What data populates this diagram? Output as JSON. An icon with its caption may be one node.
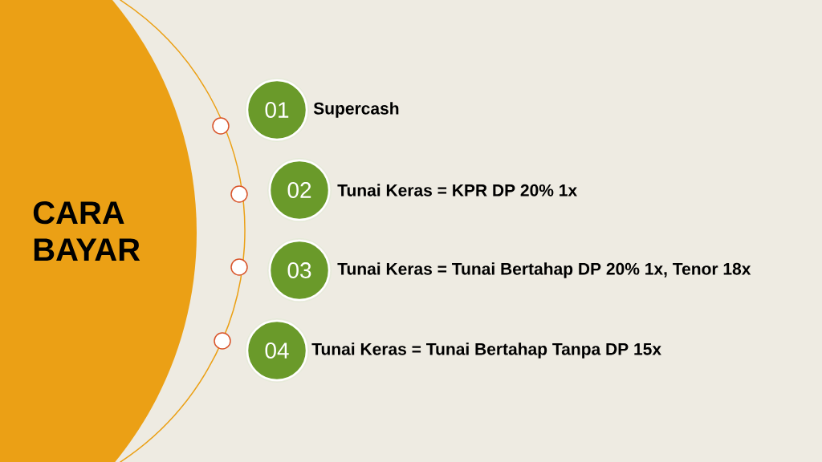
{
  "diagram": {
    "nodes": [
      {
        "text": [
          "CARA BAYAR"
        ]
      },
      {
        "text": [
          "01"
        ],
        "beside": [
          "Supercash"
        ]
      },
      {
        "text": [
          "02"
        ],
        "beside": [
          "Tunai Keras = KPR DP 20% 1x"
        ]
      },
      {
        "text": [
          "03"
        ],
        "beside": [
          "Tunai Keras = Tunai Bertahap DP 20% 1x, Tenor 18x"
        ]
      },
      {
        "text": [
          "04"
        ],
        "beside": [
          "Tunai Keras = Tunai Bertahap Tanpa DP 15x"
        ]
      }
    ]
  }
}
